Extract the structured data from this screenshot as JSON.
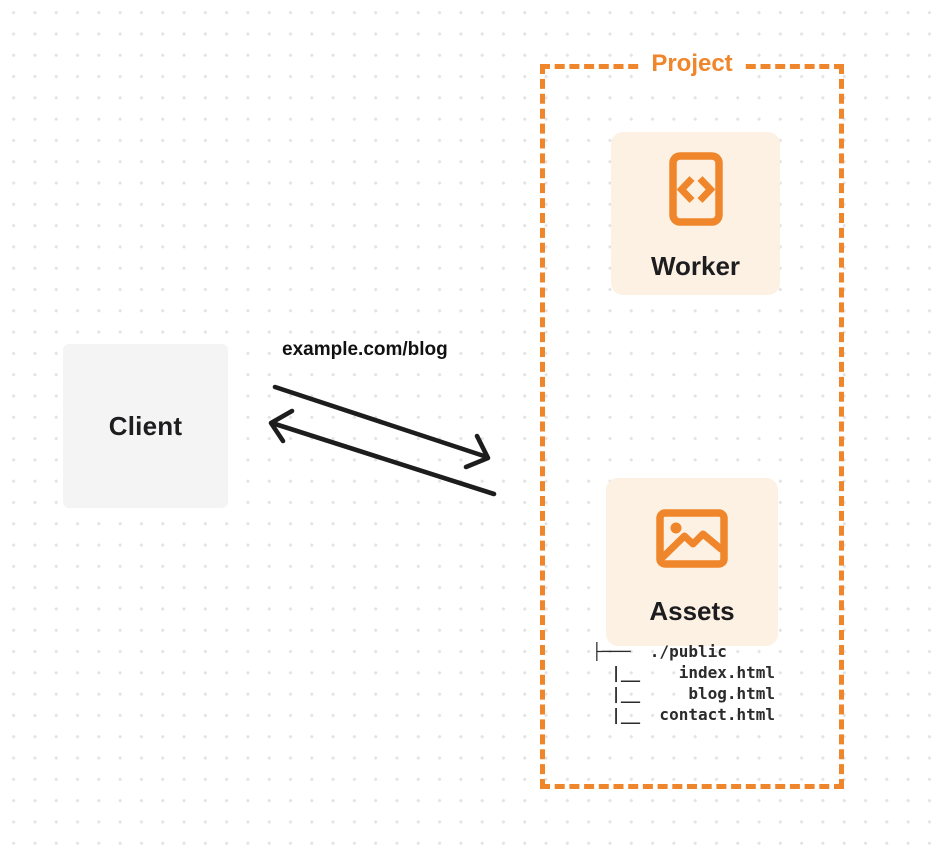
{
  "client": {
    "label": "Client"
  },
  "request": {
    "url_label": "example.com/blog"
  },
  "project": {
    "label": "Project",
    "worker": {
      "label": "Worker",
      "icon": "code-document-icon"
    },
    "assets": {
      "label": "Assets",
      "icon": "image-icon",
      "file_tree": [
        "├───  ./public",
        "  |__    index.html",
        "  |__     blog.html",
        "  |__  contact.html"
      ]
    }
  },
  "colors": {
    "accent": "#F0862B",
    "card-bg": "#FDF1E4",
    "client-bg": "#F4F4F5",
    "ink": "#1D1D1F",
    "tree-ink": "#2B2B2B",
    "dot": "#E3E3E5",
    "canvas-bg": "#FFFFFF"
  }
}
